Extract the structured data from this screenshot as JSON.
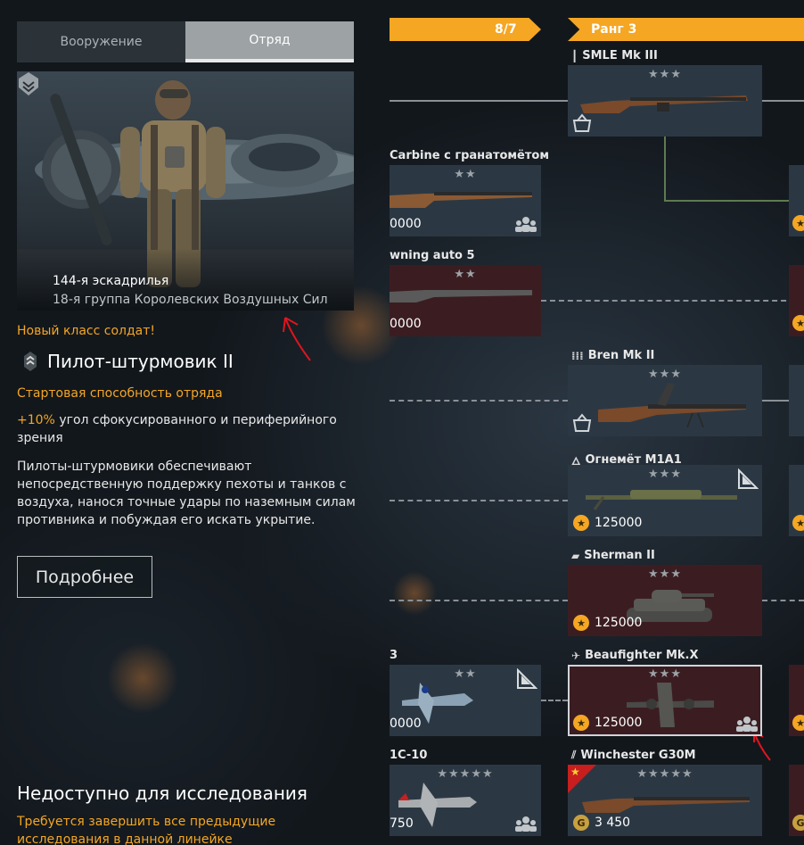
{
  "tabs": {
    "weapons": "Вооружение",
    "squad": "Отряд"
  },
  "hero": {
    "title": "144-я эскадрилья",
    "subtitle": "18-я группа Королевских Воздушных Сил"
  },
  "info": {
    "new_class": "Новый класс солдат!",
    "class_name": "Пилот-штурмовик II",
    "ability_heading": "Стартовая способность отряда",
    "bonus_value": "+10%",
    "bonus_text": "угол сфокусированного и периферийного зрения",
    "description": "Пилоты-штурмовики обеспечивают непосредственную поддержку пехоты и танков с воздуха, нанося точные удары по наземным силам противника и побуждая его искать укрытие.",
    "more_button": "Подробнее",
    "unavailable_title": "Недоступно для исследования",
    "requirement": "Требуется завершить все предыдущие исследования в данной линейке"
  },
  "banners": {
    "progress": "8/7",
    "rank": "Ранг 3"
  },
  "cards": [
    {
      "label": "SMLE Mk III",
      "stars": "★★★",
      "price": ""
    },
    {
      "label": "Carbine с гранатомётом",
      "stars": "★★",
      "price": "0000"
    },
    {
      "label": "wning auto 5",
      "stars": "★★",
      "price": "0000"
    },
    {
      "label": "Bren Mk II",
      "stars": "★★★",
      "price": ""
    },
    {
      "label": "Огнемёт M1A1",
      "stars": "★★★",
      "price": "125000"
    },
    {
      "label": "Sherman II",
      "stars": "★★★",
      "price": "125000"
    },
    {
      "label": "3",
      "stars": "★★",
      "price": "0000"
    },
    {
      "label": "Beaufighter Mk.X",
      "stars": "★★★",
      "price": "125000"
    },
    {
      "label": "1C-10",
      "stars": "★★★★★",
      "price": "750"
    },
    {
      "label": "Winchester G30M",
      "stars": "★★★★★",
      "price": "3 450"
    }
  ],
  "colors": {
    "accent": "#f5a623",
    "card_blue": "#2b3844",
    "card_red": "#3b1d21",
    "annotation": "#e0141e"
  }
}
